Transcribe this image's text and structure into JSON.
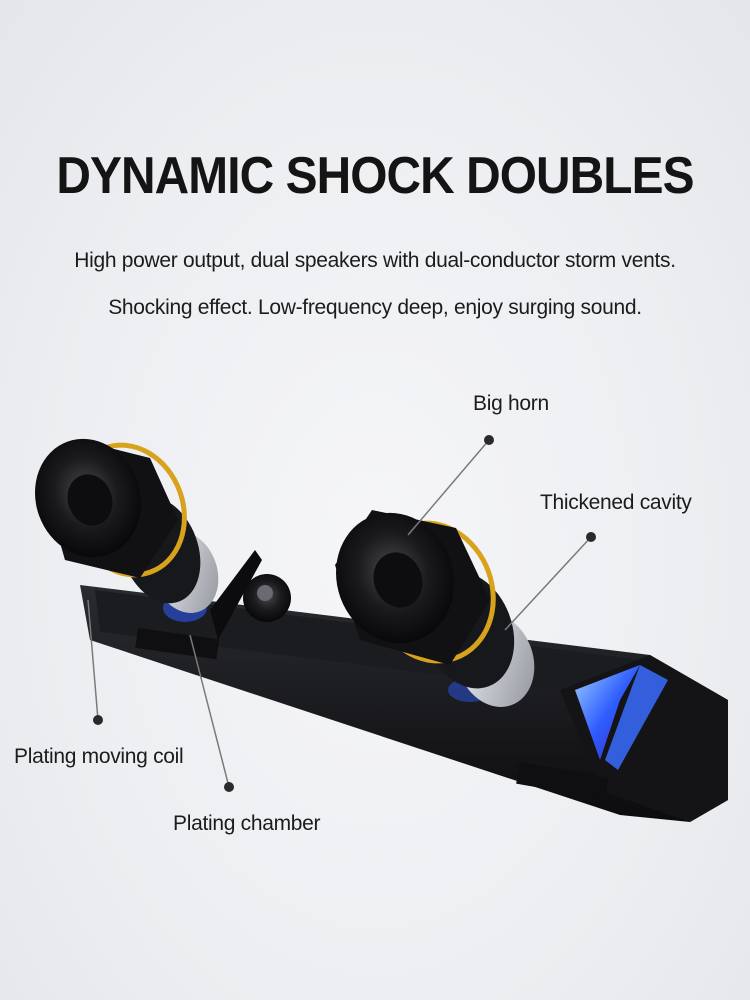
{
  "headline": "DYNAMIC SHOCK DOUBLES",
  "subtitle_line1": "High power output, dual speakers with dual-conductor storm vents.",
  "subtitle_line2": "Shocking effect. Low-frequency deep, enjoy surging sound.",
  "callouts": {
    "big_horn": "Big horn",
    "thickened_cavity": "Thickened cavity",
    "plating_moving_coil": "Plating moving coil",
    "plating_chamber": "Plating chamber"
  },
  "colors": {
    "accent_gold": "#d9a21c",
    "accent_blue": "#2f5dff",
    "body_black": "#141416",
    "chrome": "#dcdfe4"
  }
}
